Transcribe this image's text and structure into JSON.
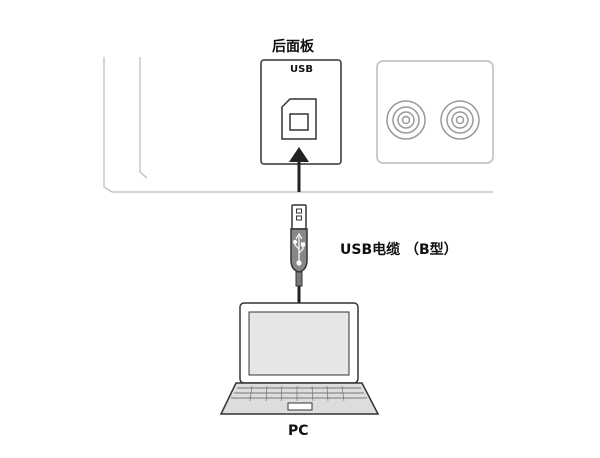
{
  "labels": {
    "rear_panel": "后面板",
    "usb_port": "USB",
    "cable": "USB电缆 （B型）",
    "pc": "PC"
  },
  "icons": [
    "usb-b-port-icon",
    "rca-jack-icon",
    "usb-symbol-icon",
    "laptop-icon",
    "arrow-up-icon"
  ],
  "colors": {
    "line": "#333333",
    "panel_outline": "#bbbbbb",
    "jack_outline": "#999999",
    "laptop_screen": "#e6e6e6",
    "laptop_body": "#dddddd"
  }
}
